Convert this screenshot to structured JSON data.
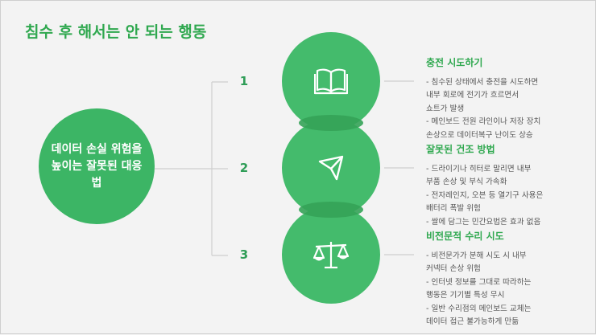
{
  "title": "침수 후 해서는 안 되는 행동",
  "center_text": "데이터 손실 위험을 높이는 잘못된 대응법",
  "colors": {
    "accent": "#2fa84f",
    "circle": "#44bb6c",
    "text_gray": "#555555",
    "background": "#f3f3f3"
  },
  "steps": [
    {
      "number": "1",
      "icon": "book-icon",
      "title": "충전 시도하기",
      "lines": [
        "- 침수된 상태에서 충전을 시도하면",
        "내부 회로에 전기가 흐르면서",
        "쇼트가 발생",
        "- 메인보드 전원 라인이나 저장 장치",
        "손상으로 데이터복구 난이도 상승"
      ]
    },
    {
      "number": "2",
      "icon": "send-icon",
      "title": "잘못된 건조 방법",
      "lines": [
        "- 드라이기나 히터로 말리면 내부",
        "부품 손상 및 부식 가속화",
        "- 전자레인지, 오븐 등 열기구 사용은",
        "배터리 폭발 위험",
        "- 쌀에 담그는 민간요법은 효과 없음"
      ]
    },
    {
      "number": "3",
      "icon": "scale-icon",
      "title": "비전문적 수리 시도",
      "lines": [
        "- 비전문가가 분해 시도 시 내부",
        "커넥터 손상 위험",
        "- 인터넷 정보를 그대로 따라하는",
        "행동은 기기별 특성 무시",
        "- 일반 수리점의 메인보드 교체는",
        "데이터 접근 불가능하게 만듦"
      ]
    }
  ]
}
